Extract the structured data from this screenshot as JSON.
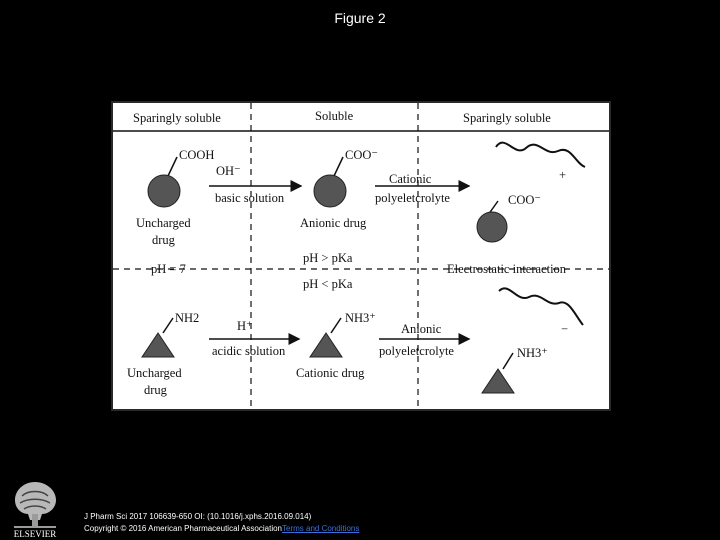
{
  "slide": {
    "title": "Figure 2",
    "citation_line1": "J Pharm Sci 2017 106639-650 OI: (10.1016/j.xphs.2016.09.014)",
    "copyright_prefix": "Copyright © 2016 American Pharmaceutical Association",
    "copyright_link": "Terms and Conditions",
    "logo_label": "ELSEVIER"
  },
  "figure": {
    "headers": {
      "left": "Sparingly soluble",
      "middle": "Soluble",
      "right": "Sparingly soluble"
    },
    "top": {
      "acid_group": "COOH",
      "reagent": "OH⁻",
      "condition": "basic solution",
      "uncharged_line1": "Uncharged",
      "uncharged_line2": "drug",
      "ionized_group": "COO⁻",
      "ionized_label": "Anionic drug",
      "polymer_line1": "Cationic",
      "polymer_line2": "polyeletcrolyte",
      "complex_group": "COO⁻",
      "polymer_charge": "+"
    },
    "middle": {
      "ph_neutral": "pH = 7",
      "ph_greater": "pH > pKa",
      "ph_less": "pH < pKa",
      "interaction": "Electrostatic  interaction"
    },
    "bottom": {
      "base_group": "NH2",
      "reagent": "H⁺",
      "condition": "acidic  solution",
      "uncharged_line1": "Uncharged",
      "uncharged_line2": "drug",
      "ionized_group": "NH3⁺",
      "ionized_label": "Cationic  drug",
      "polymer_line1": "Anionic",
      "polymer_line2": "polyeletcrolyte",
      "complex_group": "NH3⁺",
      "polymer_charge": "−"
    }
  }
}
